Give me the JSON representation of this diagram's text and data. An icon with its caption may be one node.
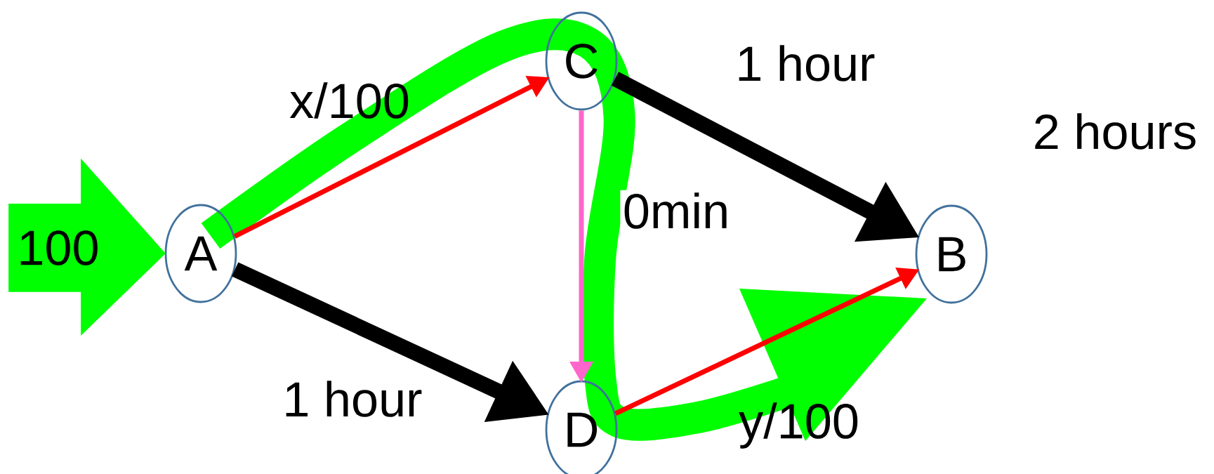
{
  "diagram": {
    "nodes": [
      {
        "text": [
          "A"
        ]
      },
      {
        "text": [
          "C"
        ]
      },
      {
        "text": [
          "D"
        ]
      },
      {
        "text": [
          "B"
        ]
      }
    ],
    "edges": [
      {
        "from": null,
        "to": 0,
        "arrow": "to",
        "style": "thick",
        "color": "#00ff00",
        "label": "100"
      },
      {
        "from": 0,
        "to": 1,
        "arrow": "to",
        "color": "#ff0000",
        "label": "x/100"
      },
      {
        "from": 1,
        "to": 3,
        "arrow": "to",
        "style": "thick",
        "color": "#000000",
        "label": "1 hour"
      },
      {
        "from": 1,
        "to": 2,
        "arrow": "to",
        "color": "#ff66cc",
        "label": "0min"
      },
      {
        "from": 0,
        "to": 2,
        "arrow": "to",
        "style": "thick",
        "color": "#000000",
        "label": "1 hour"
      },
      {
        "from": 2,
        "to": 3,
        "arrow": "to",
        "color": "#ff0000",
        "label": "y/100"
      }
    ],
    "labels": [
      "2 hours"
    ]
  }
}
